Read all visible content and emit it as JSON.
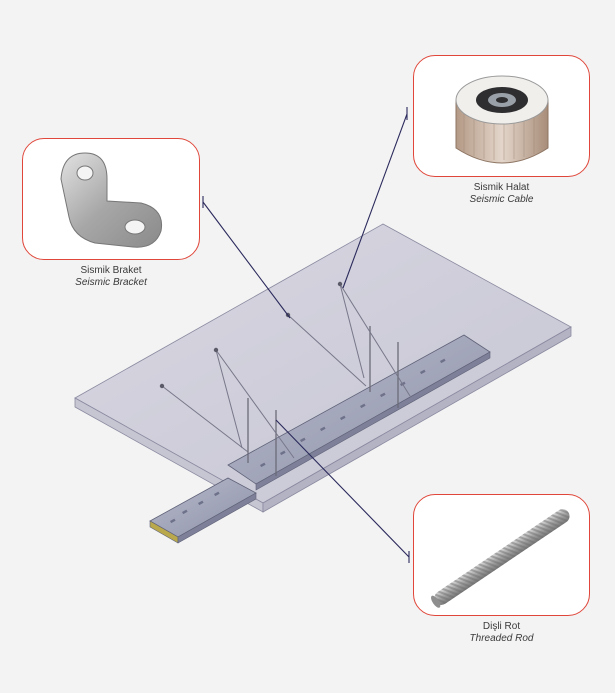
{
  "components": [
    {
      "id": "bracket",
      "label_tr": "Sismik Braket",
      "label_en": "Seismic Bracket",
      "icon": "seismic-bracket-icon"
    },
    {
      "id": "cable",
      "label_tr": "Sismik Halat",
      "label_en": "Seismic Cable",
      "icon": "cable-spool-icon"
    },
    {
      "id": "rod",
      "label_tr": "Dişli Rot",
      "label_en": "Threaded Rod",
      "icon": "threaded-rod-icon"
    }
  ],
  "colors": {
    "callout_border": "#e0473a",
    "leader_line": "#2b2a5c",
    "ceiling_slab": "#c9c8d6",
    "cable_tray": "#a4a8bd",
    "background": "#f3f3f4"
  }
}
